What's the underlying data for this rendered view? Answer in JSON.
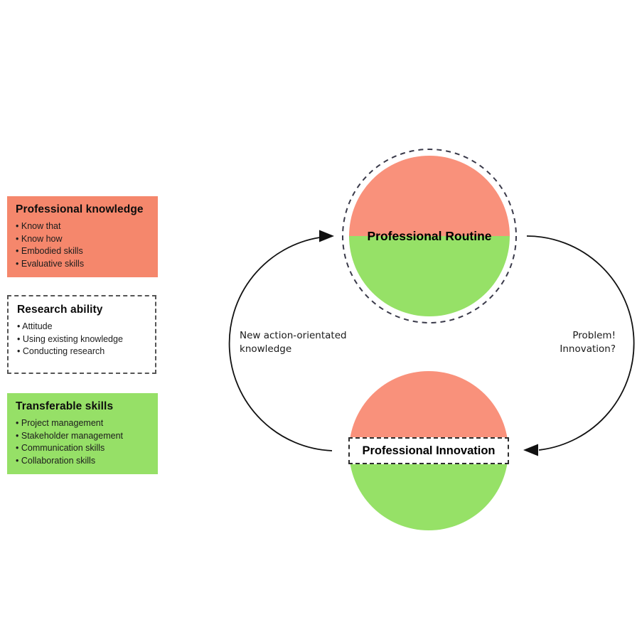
{
  "colors": {
    "salmon": "#F5876C",
    "green": "#96E067",
    "circle_salmon": "#F9917B",
    "circle_green": "#96E167",
    "dash_stroke": "#3a3a4a",
    "arrow_stroke": "#111111"
  },
  "legend_boxes": [
    {
      "title": "Professional knowledge",
      "items": [
        "Know that",
        "Know how",
        "Embodied skills",
        "Evaluative skills"
      ]
    },
    {
      "title": "Research ability",
      "items": [
        "Attitude",
        "Using existing knowledge",
        "Conducting research"
      ]
    },
    {
      "title": "Transferable skills",
      "items": [
        "Project management",
        "Stakeholder management",
        "Communication skills",
        "Collaboration skills"
      ]
    }
  ],
  "cycle": {
    "top_node_label": "Professional Routine",
    "bottom_node_label": "Professional Innovation",
    "left_arrow_label": "New action-orientated\nknowledge",
    "right_arrow_label": "Problem!\nInnovation?"
  }
}
